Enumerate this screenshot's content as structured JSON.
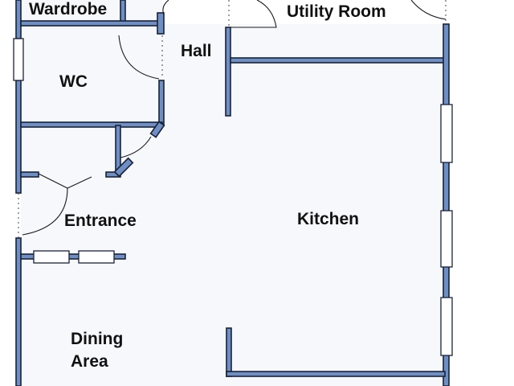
{
  "plan": {
    "colors": {
      "wall": "#6e8fc5",
      "floor": "#f7f8fc",
      "outline": "#1a2236"
    },
    "rooms": [
      {
        "id": "wardrobe",
        "label": "Wardrobe"
      },
      {
        "id": "utility-room",
        "label": "Utility Room"
      },
      {
        "id": "hall",
        "label": "Hall"
      },
      {
        "id": "wc",
        "label": "WC"
      },
      {
        "id": "entrance",
        "label": "Entrance"
      },
      {
        "id": "kitchen",
        "label": "Kitchen"
      },
      {
        "id": "dining",
        "label": "Dining"
      },
      {
        "id": "area",
        "label": "Area"
      }
    ]
  }
}
